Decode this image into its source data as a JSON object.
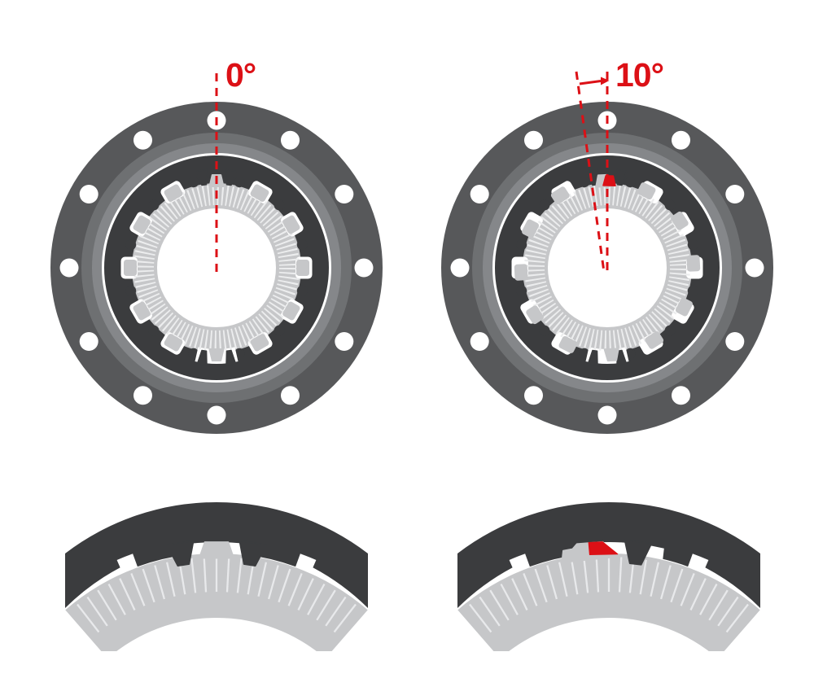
{
  "illustration": {
    "left_hub_label": "0°",
    "right_hub_label": "10°"
  },
  "geometry": {
    "bolt_hole_count": 12,
    "lobe_angles": [
      30,
      60,
      90,
      120,
      150,
      210,
      240,
      270,
      300,
      330
    ],
    "index_tooth_angles": [
      0,
      180
    ],
    "rotation_label_deg": 10,
    "visual_ring_rotation_deg": -3,
    "section_tooth_shift_deg": -4.2
  },
  "colors": {
    "red": "#dc1016",
    "flange": "#57585a",
    "boss_outer": "#6e7072",
    "boss_face": "#85878a",
    "housing": "#3b3c3e",
    "tone": "#c6c7c9",
    "tick": "#ecedee",
    "section_tick": "#e8e9eb",
    "white": "#ffffff"
  }
}
